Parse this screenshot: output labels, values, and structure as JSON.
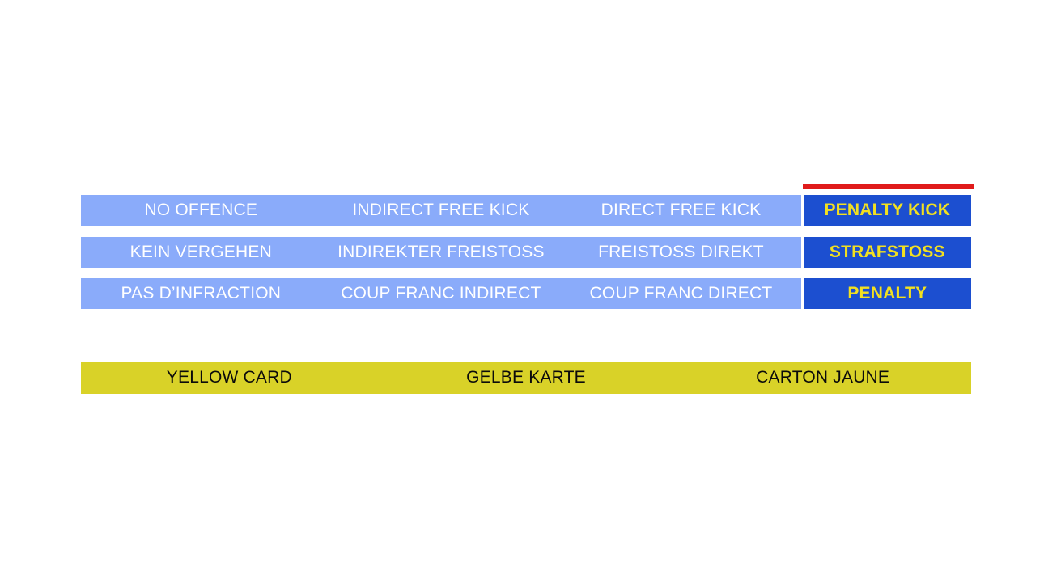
{
  "slide": {
    "background_color": "#FFFFFF",
    "colors": {
      "light_blue": "#8AABFA",
      "dark_blue": "#1C4FD0",
      "accent_red": "#E01B1B",
      "card_yellow": "#D9D228",
      "text_white": "#FFFFFF",
      "text_yellow": "#F2E020",
      "text_black": "#0B0B0B"
    }
  },
  "offence_matrix": {
    "rows": [
      {
        "language": "english",
        "cells": [
          {
            "label": "NO OFFENCE",
            "style": "light"
          },
          {
            "label": "INDIRECT FREE KICK",
            "style": "light"
          },
          {
            "label": "DIRECT FREE KICK",
            "style": "light"
          },
          {
            "label": "PENALTY KICK",
            "style": "dark"
          }
        ]
      },
      {
        "language": "german",
        "cells": [
          {
            "label": "KEIN VERGEHEN",
            "style": "light"
          },
          {
            "label": "INDIREKTER FREISTOSS",
            "style": "light"
          },
          {
            "label": "FREISTOSS DIREKT",
            "style": "light"
          },
          {
            "label": "STRAFSTOSS",
            "style": "dark"
          }
        ]
      },
      {
        "language": "french",
        "cells": [
          {
            "label": "PAS D’INFRACTION",
            "style": "light"
          },
          {
            "label": "COUP FRANC INDIRECT",
            "style": "light"
          },
          {
            "label": "COUP FRANC DIRECT",
            "style": "light"
          },
          {
            "label": "PENALTY",
            "style": "dark"
          }
        ]
      }
    ]
  },
  "yellow_card_bar": {
    "cells": [
      {
        "label": "YELLOW CARD",
        "language": "english"
      },
      {
        "label": "GELBE KARTE",
        "language": "german"
      },
      {
        "label": "CARTON JAUNE",
        "language": "french"
      }
    ]
  }
}
